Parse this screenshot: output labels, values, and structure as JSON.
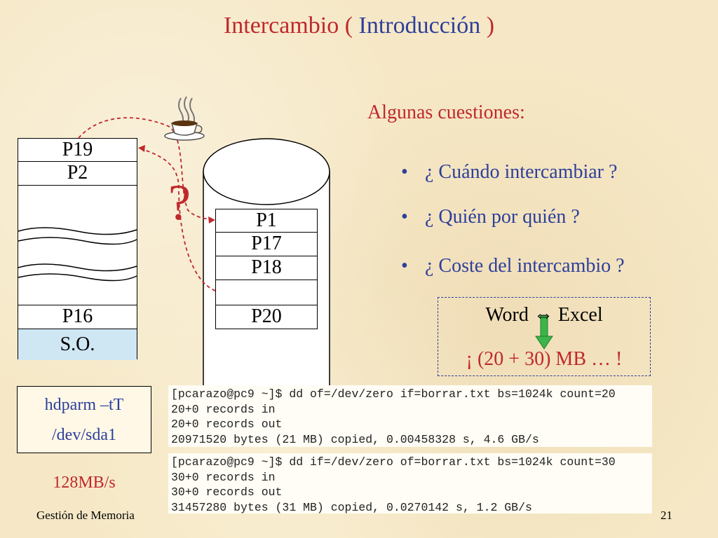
{
  "slide": {
    "title_main": "Intercambio (",
    "title_accent": "Introducción",
    "title_end": ")",
    "subtitle": "Algunas cuestiones:",
    "bullets": [
      "¿ Cuándo intercambiar ?",
      "¿ Quién por quién ?",
      "¿ Coste del intercambio ?"
    ],
    "bullet_glyph": "•",
    "footer_left": "Gestión de Memoria",
    "page_number": "21"
  },
  "memory": {
    "cells": [
      "P19",
      "P2",
      "P16",
      "S.O."
    ]
  },
  "disk": {
    "cells": [
      "P1",
      "P17",
      "P18",
      "",
      "P20"
    ]
  },
  "question_mark": "?",
  "swap_box": {
    "left_label": "Word",
    "right_label": "Excel",
    "arrow_glyph": "⇔",
    "cost": "¡ (20 + 30) MB … !"
  },
  "hdparm": {
    "command": "hdparm –tT",
    "device": "/dev/sda1",
    "speed": "128MB/s"
  },
  "terminal": {
    "block1": [
      "[pcarazo@pc9 ~]$ dd of=/dev/zero if=borrar.txt bs=1024k count=20",
      "20+0 records in",
      "20+0 records out",
      "20971520 bytes (21 MB) copied, 0.00458328 s, 4.6 GB/s"
    ],
    "block2": [
      "[pcarazo@pc9 ~]$ dd if=/dev/zero of=borrar.txt bs=1024k count=30",
      "30+0 records in",
      "30+0 records out",
      "31457280 bytes (31 MB) copied, 0.0270142 s, 1.2 GB/s"
    ]
  },
  "colors": {
    "red": "#c0282c",
    "blue": "#2d3f9b",
    "so_fill": "#cfe6f3",
    "arrow_green": "#3bb54a"
  }
}
